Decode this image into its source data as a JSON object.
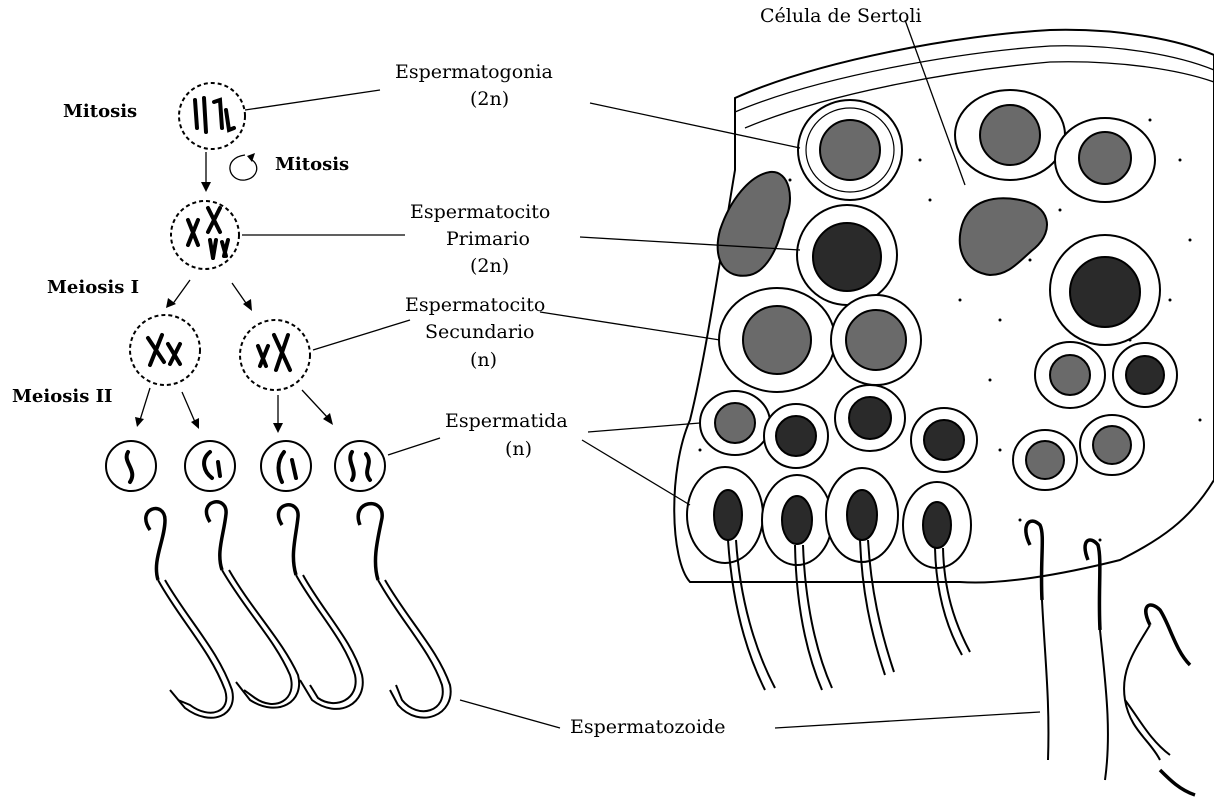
{
  "stage_labels": {
    "mitosis_top": "Mitosis",
    "mitosis_cycle": "Mitosis",
    "meiosis_1": "Meiosis I",
    "meiosis_2": "Meiosis II"
  },
  "labels": {
    "sertoli": "Célula de Sertoli",
    "spermatogonia": "Espermatogonia",
    "spermatogonia_ploidy": "(2n)",
    "primary_1": "Espermatocito",
    "primary_2": "Primario",
    "primary_ploidy": "(2n)",
    "secondary_1": "Espermatocito",
    "secondary_2": "Secundario",
    "secondary_ploidy": "(n)",
    "spermatid": "Espermatida",
    "spermatid_ploidy": "(n)",
    "spermatozoa": "Espermatozoide"
  }
}
